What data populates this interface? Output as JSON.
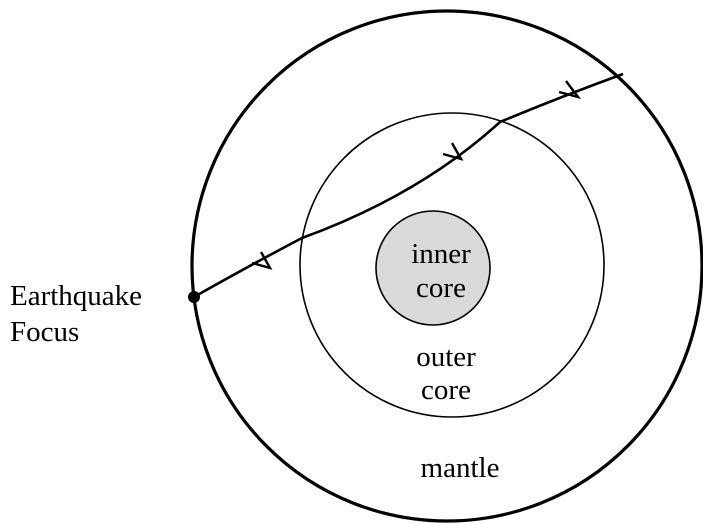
{
  "labels": {
    "focus_line1": "Earthquake",
    "focus_line2": "Focus",
    "inner_line1": "inner",
    "inner_line2": "core",
    "outer_line1": "outer",
    "outer_line2": "core",
    "mantle": "mantle"
  },
  "colors": {
    "stroke": "#000000",
    "inner_core_fill": "#d9d9d9",
    "background": "#ffffff"
  }
}
